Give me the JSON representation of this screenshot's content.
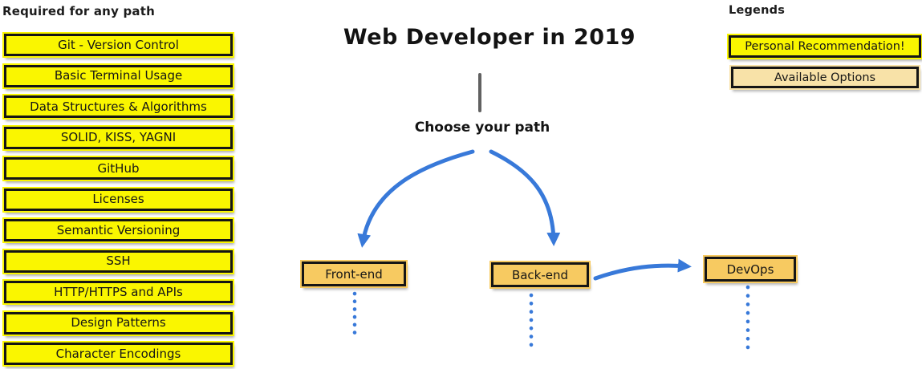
{
  "colors": {
    "yellow": "#faf600",
    "orange": "#f7ca61",
    "tan": "#f8e2a8",
    "blue": "#3879d9",
    "gray_line": "#616161"
  },
  "required_section": {
    "heading": "Required for any path",
    "items": [
      "Git - Version Control",
      "Basic Terminal Usage",
      "Data Structures & Algorithms",
      "SOLID, KISS, YAGNI",
      "GitHub",
      "Licenses",
      "Semantic Versioning",
      "SSH",
      "HTTP/HTTPS and APIs",
      "Design Patterns",
      "Character Encodings"
    ]
  },
  "center": {
    "title": "Web Developer in 2019",
    "subtitle": "Choose your path",
    "paths": [
      {
        "label": "Front-end"
      },
      {
        "label": "Back-end"
      },
      {
        "label": "DevOps"
      }
    ]
  },
  "legends": {
    "heading": "Legends",
    "items": [
      {
        "label": "Personal Recommendation!"
      },
      {
        "label": "Available Options"
      }
    ]
  }
}
